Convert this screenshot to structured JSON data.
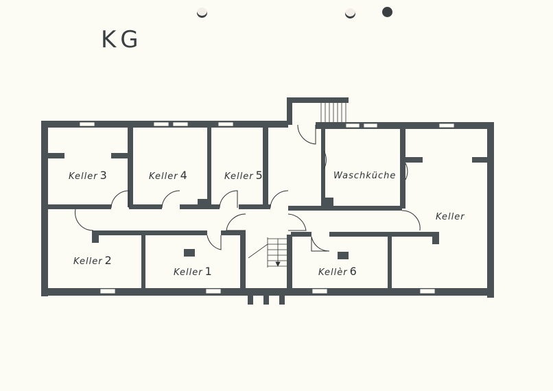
{
  "plan": {
    "title": "KG",
    "wall_color": "#4b5255",
    "paper_color": "#fcfbf4"
  },
  "rooms": [
    {
      "id": "keller3",
      "label": "Keller",
      "num": "3"
    },
    {
      "id": "keller4",
      "label": "Keller",
      "num": "4"
    },
    {
      "id": "keller5",
      "label": "Keller",
      "num": "5"
    },
    {
      "id": "waschkueche",
      "label": "Waschküche",
      "num": ""
    },
    {
      "id": "keller",
      "label": "Keller",
      "num": ""
    },
    {
      "id": "keller2",
      "label": "Keller",
      "num": "2"
    },
    {
      "id": "keller1",
      "label": "Keller",
      "num": "1"
    },
    {
      "id": "keller6",
      "label": "Kellèr",
      "num": "6"
    }
  ]
}
